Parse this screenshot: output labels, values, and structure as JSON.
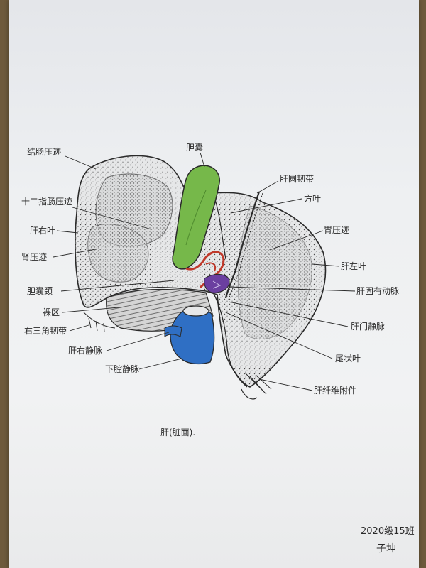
{
  "colors": {
    "paper": "#eef0f2",
    "ink": "#2a2a2a",
    "gallbladder": "#76b84a",
    "ivc": "#2f6fc4",
    "portal_vein": "#6b3fa0",
    "hepatic_artery": "#c0392b"
  },
  "labels": {
    "colon_impression": "结肠压迹",
    "duodenal_impression": "十二指肠压迹",
    "right_lobe_left": "肝右叶",
    "renal_impression": "肾压迹",
    "gallbladder_neck": "胆囊颈",
    "bare_area": "裸区",
    "right_triangular_lig": "右三角韧带",
    "right_hepatic_vein": "肝右静脉",
    "ivc": "下腔静脉",
    "gallbladder": "胆囊",
    "round_lig": "肝圆韧带",
    "quadrate_lobe": "方叶",
    "gastric_impression": "胃压迹",
    "left_lobe": "肝左叶",
    "proper_hepatic_artery": "肝固有动脉",
    "portal_vein": "肝门静脉",
    "caudate_lobe": "尾状叶",
    "fibrous_appendix": "肝纤维附件"
  },
  "caption": "肝(脏面).",
  "signature": {
    "class": "2020级15班",
    "name": "子坤"
  }
}
